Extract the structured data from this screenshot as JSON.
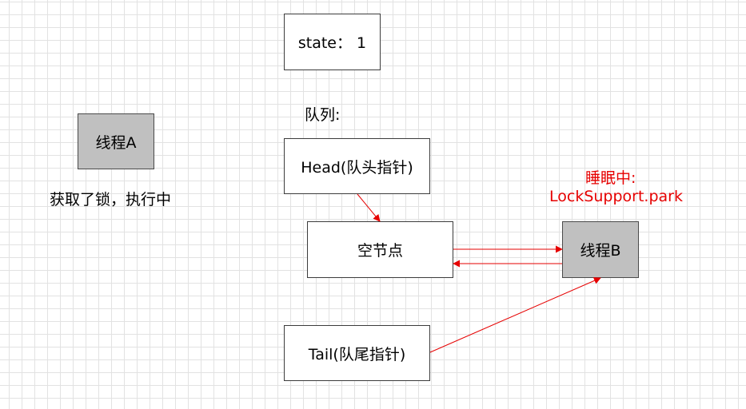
{
  "state_box": {
    "text": "state：  1"
  },
  "queue_label": "队列:",
  "thread_a": {
    "label": "线程A",
    "caption": "获取了锁，执行中"
  },
  "head_box": {
    "label": "Head(队头指针)"
  },
  "empty_node": {
    "label": "空节点"
  },
  "tail_box": {
    "label": "Tail(队尾指针)"
  },
  "thread_b": {
    "label": "线程B",
    "status_line1": "睡眠中:",
    "status_line2": "LockSupport.park"
  },
  "colors": {
    "arrow": "#e60000",
    "node_gray": "#c0c0c0",
    "status_text": "#e60000"
  }
}
